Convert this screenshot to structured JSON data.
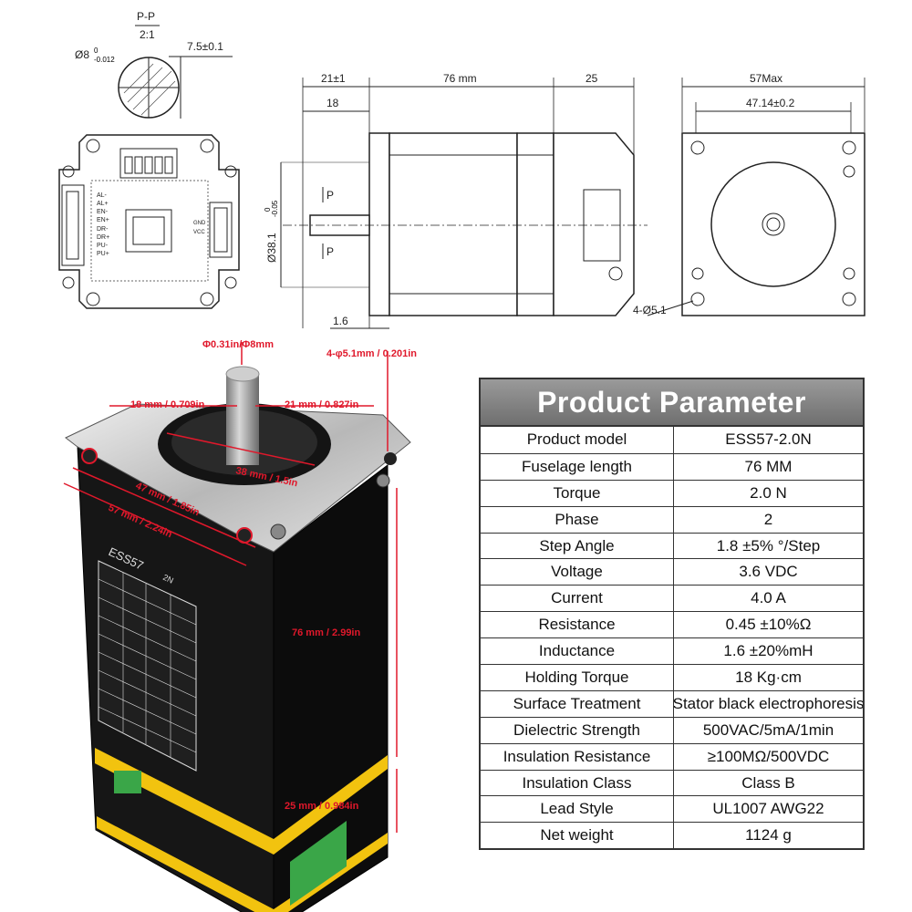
{
  "drawings": {
    "section_label": "P-P",
    "section_scale": "2:1",
    "shaft_diameter_label": "Ø8",
    "shaft_tol_upper": "0",
    "shaft_tol_lower": "-0.012",
    "flat_dim": "7.5±0.1",
    "side_dim_21": "21±1",
    "side_dim_18": "18",
    "side_dim_76": "76 mm",
    "side_dim_25": "25",
    "side_dim_16": "1.6",
    "side_dim_381": "Ø38.1",
    "side_dim_381_tol_upper": "0",
    "side_dim_381_tol_lower": "-0.05",
    "section_mark_p": "P",
    "front_dim_57": "57Max",
    "front_dim_4714": "47.14±0.2",
    "front_holes": "4-Ø5.1",
    "driver_pins_left": [
      "AL-",
      "AL+",
      "EN-",
      "EN+",
      "DR-",
      "DR+",
      "PU-",
      "PU+"
    ],
    "driver_pins_right": [
      "GND",
      "VCC"
    ]
  },
  "photo": {
    "shaft_label": "Φ0.31in/Φ8mm",
    "holes_label": "4-φ5.1mm / 0.201in",
    "dim_18": "18 mm / 0.709in",
    "dim_21": "21 mm / 0.827in",
    "dim_38": "38 mm / 1.5in",
    "dim_47": "47 mm / 1.85in",
    "dim_57": "57 mm / 2.24in",
    "dim_76": "76 mm / 2.99in",
    "dim_25": "25 mm / 0.984in",
    "body_brand": "ESS57",
    "body_torque": "2N"
  },
  "table": {
    "title": "Product Parameter",
    "rows": [
      {
        "label": "Product model",
        "value": "ESS57-2.0N"
      },
      {
        "label": "Fuselage length",
        "value": "76 MM"
      },
      {
        "label": "Torque",
        "value": "2.0 N"
      },
      {
        "label": "Phase",
        "value": "2"
      },
      {
        "label": "Step Angle",
        "value": "1.8 ±5% °/Step"
      },
      {
        "label": "Voltage",
        "value": "3.6 VDC"
      },
      {
        "label": "Current",
        "value": "4.0 A"
      },
      {
        "label": "Resistance",
        "value": "0.45 ±10%Ω"
      },
      {
        "label": "Inductance",
        "value": "1.6 ±20%mH"
      },
      {
        "label": "Holding Torque",
        "value": "18 Kg·cm"
      },
      {
        "label": "Surface Treatment",
        "value": "Stator black electrophoresis"
      },
      {
        "label": "Dielectric Strength",
        "value": "500VAC/5mA/1min"
      },
      {
        "label": "Insulation Resistance",
        "value": "≥100MΩ/500VDC"
      },
      {
        "label": "Insulation Class",
        "value": "Class B"
      },
      {
        "label": "Lead Style",
        "value": "UL1007 AWG22"
      },
      {
        "label": "Net weight",
        "value": "1124 g"
      }
    ]
  }
}
